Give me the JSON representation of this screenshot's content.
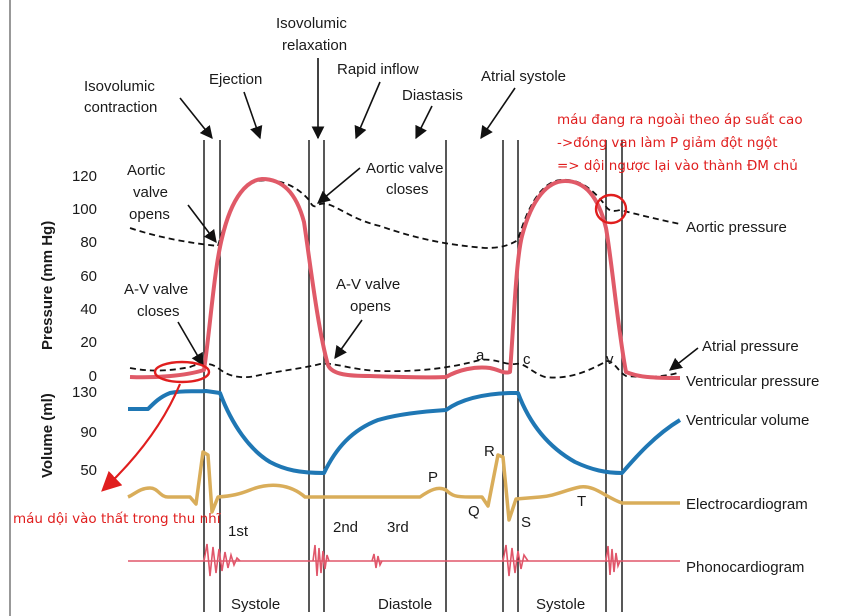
{
  "phases": {
    "isovolumic_contraction_l1": "Isovolumic",
    "isovolumic_contraction_l2": "contraction",
    "ejection": "Ejection",
    "isovolumic_relaxation_l1": "Isovolumic",
    "isovolumic_relaxation_l2": "relaxation",
    "rapid_inflow": "Rapid inflow",
    "diastasis": "Diastasis",
    "atrial_systole": "Atrial systole"
  },
  "events": {
    "aortic_valve_opens_l1": "Aortic",
    "aortic_valve_opens_l2": "valve",
    "aortic_valve_opens_l3": "opens",
    "aortic_valve_closes_l1": "Aortic valve",
    "aortic_valve_closes_l2": "closes",
    "av_valve_closes_l1": "A-V valve",
    "av_valve_closes_l2": "closes",
    "av_valve_opens_l1": "A-V valve",
    "av_valve_opens_l2": "opens"
  },
  "axes": {
    "pressure_title": "Pressure (mm Hg)",
    "pressure_ticks": [
      "120",
      "100",
      "80",
      "60",
      "40",
      "20",
      "0"
    ],
    "volume_title": "Volume (ml)",
    "volume_ticks": [
      "130",
      "90",
      "50"
    ]
  },
  "curves": {
    "aortic_pressure": "Aortic pressure",
    "atrial_pressure": "Atrial pressure",
    "ventricular_pressure": "Ventricular pressure",
    "ventricular_volume": "Ventricular volume",
    "electrocardiogram": "Electrocardiogram",
    "phonocardiogram": "Phonocardiogram"
  },
  "waves": {
    "a": "a",
    "c": "c",
    "v": "v",
    "p": "P",
    "q": "Q",
    "r": "R",
    "s": "S",
    "t": "T"
  },
  "heart_sounds": {
    "first": "1st",
    "second": "2nd",
    "third": "3rd"
  },
  "bottom": {
    "systole_1": "Systole",
    "diastole": "Diastole",
    "systole_2": "Systole"
  },
  "annotations": {
    "note_right_l1": "máu đang ra ngoài theo áp suất cao",
    "note_right_l2": "->đóng van làm P giảm đột ngột",
    "note_right_l3": "=> dội ngược lại vào thành ĐM chủ",
    "note_left": "máu dội vào thất trong thu nhĩ"
  },
  "colors": {
    "ventricular_pressure": "#e05a68",
    "ventricular_volume": "#1f77b4",
    "electrocardiogram": "#d9ad5a",
    "phonocardiogram": "#e0566a",
    "annotation": "#e01e1e"
  }
}
